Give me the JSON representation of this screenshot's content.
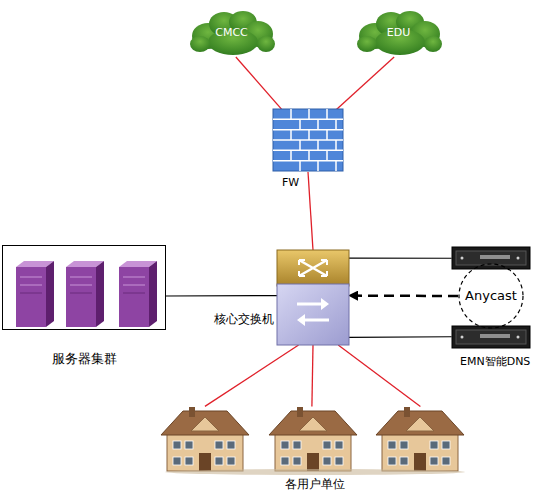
{
  "diagram": {
    "nodes": [
      {
        "text": [
          "CMCC"
        ]
      },
      {
        "text": [
          "EDU"
        ]
      },
      {
        "text": [
          "FW"
        ]
      },
      {
        "text": [
          "服务器集群"
        ]
      },
      {
        "text": [
          "核心交换机"
        ]
      },
      {
        "text": [
          "EMN智能DNS"
        ]
      },
      {
        "text": [
          "Anycast"
        ],
        "in": 5
      },
      {
        "text": [
          "各用户单位"
        ]
      }
    ],
    "edges": [
      {
        "from": 0,
        "to": 2,
        "arrow": "none"
      },
      {
        "from": 1,
        "to": 2,
        "arrow": "none"
      },
      {
        "from": 2,
        "to": 4,
        "arrow": "none"
      },
      {
        "from": 3,
        "to": 4,
        "arrow": "none"
      },
      {
        "from": 5,
        "to": 4,
        "arrow": "none"
      },
      {
        "from": 5,
        "to": 4,
        "arrow": "none"
      },
      {
        "from": 6,
        "to": 4,
        "arrow": "to"
      },
      {
        "from": 4,
        "to": 7,
        "arrow": "none"
      },
      {
        "from": 4,
        "to": 7,
        "arrow": "none"
      },
      {
        "from": 4,
        "to": 7,
        "arrow": "none"
      }
    ]
  }
}
